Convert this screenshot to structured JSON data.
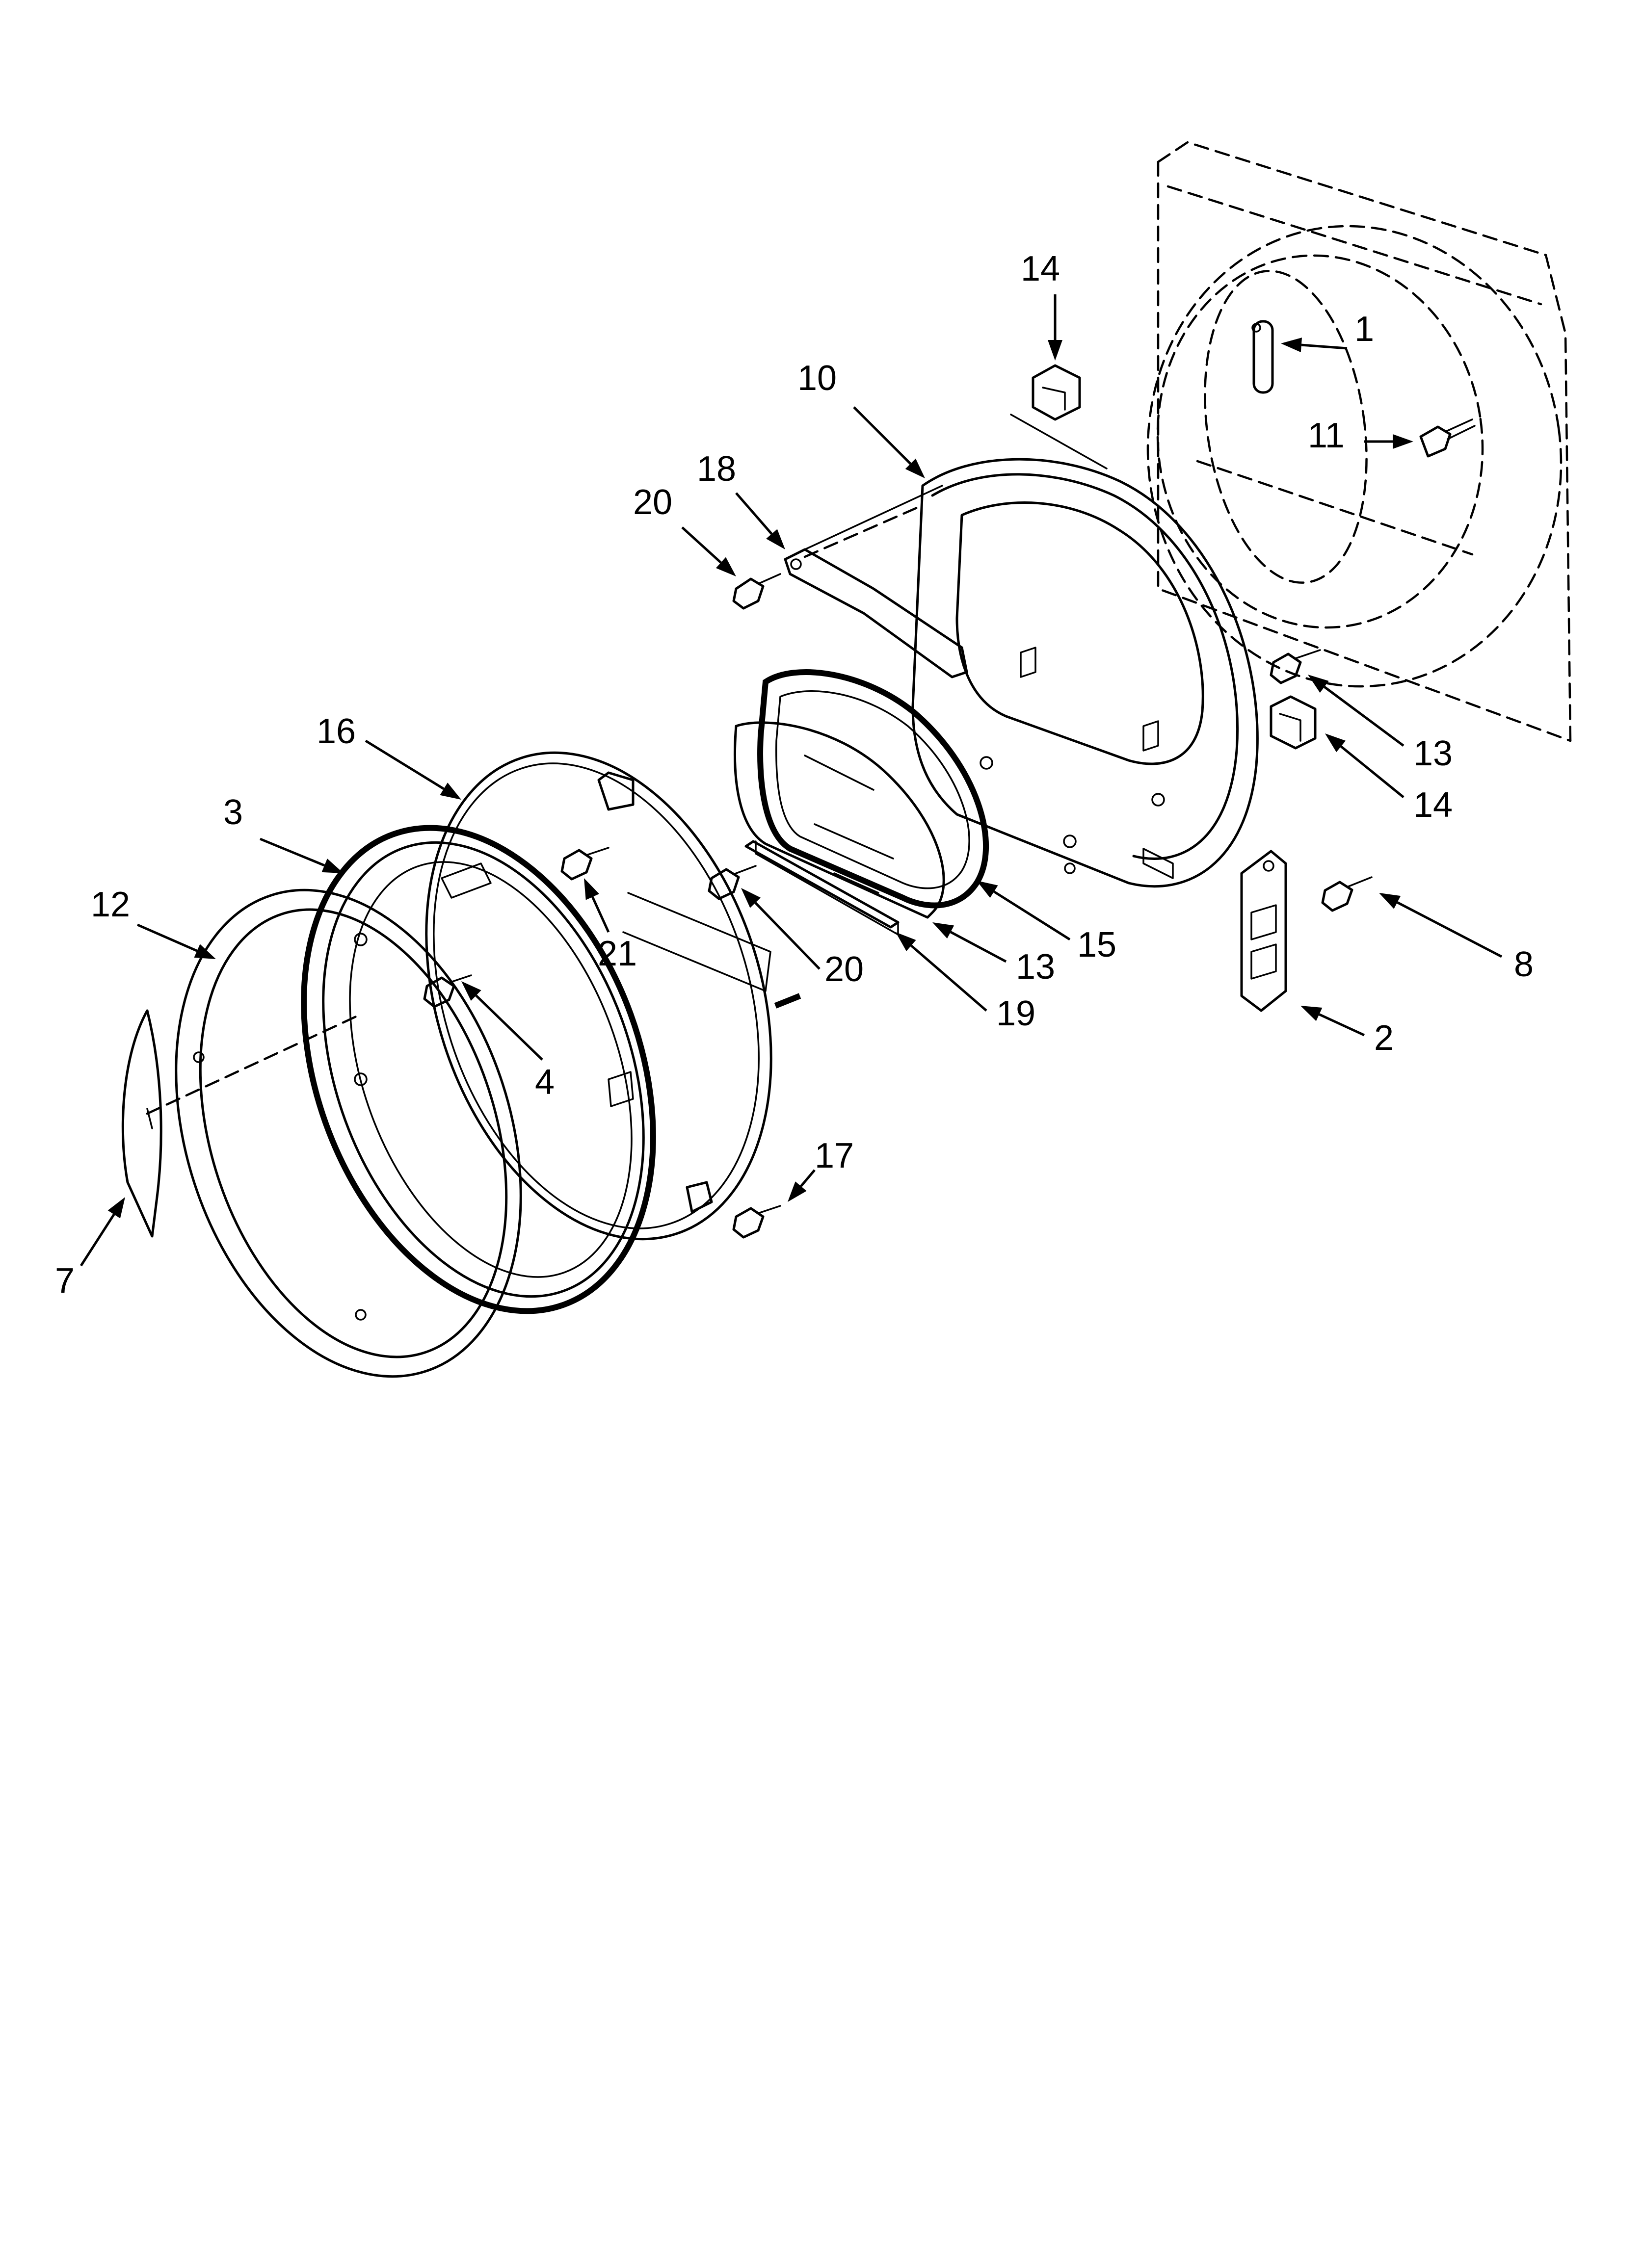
{
  "diagram": {
    "callouts": [
      {
        "id": "1",
        "label": "1"
      },
      {
        "id": "2",
        "label": "2"
      },
      {
        "id": "3",
        "label": "3"
      },
      {
        "id": "4",
        "label": "4"
      },
      {
        "id": "7",
        "label": "7"
      },
      {
        "id": "8",
        "label": "8"
      },
      {
        "id": "10",
        "label": "10"
      },
      {
        "id": "11",
        "label": "11"
      },
      {
        "id": "12",
        "label": "12"
      },
      {
        "id": "13a",
        "label": "13"
      },
      {
        "id": "13b",
        "label": "13"
      },
      {
        "id": "14a",
        "label": "14"
      },
      {
        "id": "14b",
        "label": "14"
      },
      {
        "id": "15",
        "label": "15"
      },
      {
        "id": "16",
        "label": "16"
      },
      {
        "id": "17",
        "label": "17"
      },
      {
        "id": "18",
        "label": "18"
      },
      {
        "id": "19",
        "label": "19"
      },
      {
        "id": "20a",
        "label": "20"
      },
      {
        "id": "20b",
        "label": "20"
      },
      {
        "id": "21",
        "label": "21"
      }
    ]
  }
}
